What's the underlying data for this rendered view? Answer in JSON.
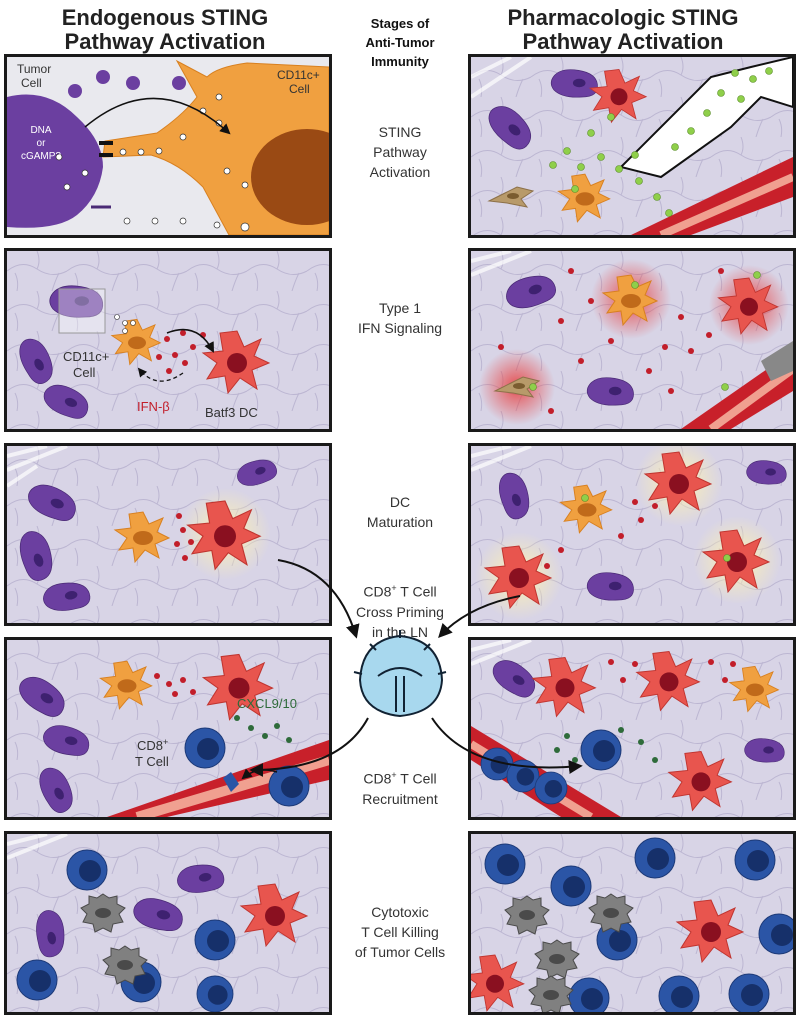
{
  "header": {
    "left_title_l1": "Endogenous STING",
    "left_title_l2": "Pathway Activation",
    "center_title_l1": "Stages of",
    "center_title_l2": "Anti-Tumor",
    "center_title_l3": "Immunity",
    "right_title_l1": "Pharmacologic STING",
    "right_title_l2": "Pathway Activation"
  },
  "stages": [
    {
      "l1": "STING",
      "l2": "Pathway",
      "l3": "Activation"
    },
    {
      "l1": "Type 1",
      "l2": "IFN Signaling"
    },
    {
      "l1": "DC",
      "l2": "Maturation"
    },
    {
      "l1": "CD8",
      "sup": "+",
      "l1b": " T Cell",
      "l2": "Cross Priming",
      "l3": "in the LN"
    },
    {
      "l1": "CD8",
      "sup": "+",
      "l1b": " T Cell",
      "l2": "Recruitment"
    },
    {
      "l1": "Cytotoxic",
      "l2": "T Cell Killing",
      "l3": "of Tumor Cells"
    }
  ],
  "labels": {
    "tumor_cell_l1": "Tumor",
    "tumor_cell_l2": "Cell",
    "cd11c_l1": "CD11c+",
    "cd11c_l2": "Cell",
    "dna_l1": "DNA",
    "dna_l2": "or",
    "dna_l3": "cGAMP?",
    "cd11c2_l1": "CD11c+",
    "cd11c2_l2": "Cell",
    "ifnb": "IFN-β",
    "batf3": "Batf3 DC",
    "cxcl": "CXCL9/10",
    "cd8_l1": "CD8",
    "cd8_sup": "+",
    "cd8_l2": "T Cell"
  },
  "colors": {
    "tumor": "#6b3fa0",
    "dc": "#f0a040",
    "batf3": "#e8554e",
    "tcell": "#2b55a6",
    "dead": "#808080",
    "vessel": "#c8202a",
    "drug": "#8fcf4a",
    "ln": "#a8d8ee",
    "ifn": "#c21e2a",
    "cxcl": "#2e6b3a"
  }
}
